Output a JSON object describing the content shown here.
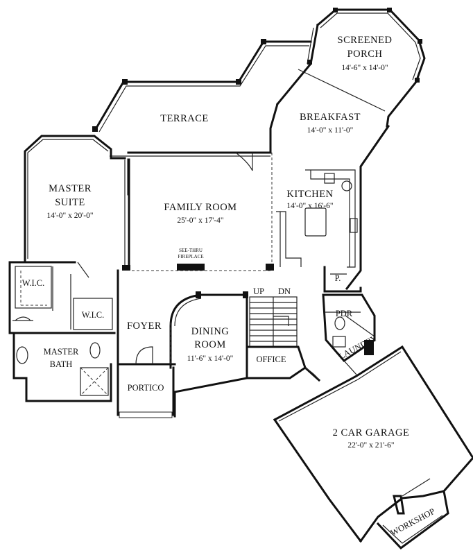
{
  "rooms": {
    "screened_porch": {
      "name_line1": "SCREENED",
      "name_line2": "PORCH",
      "size": "14'-6\" x 14'-0\""
    },
    "terrace": {
      "name": "TERRACE"
    },
    "breakfast": {
      "name": "BREAKFAST",
      "size": "14'-0\" x 11'-0\""
    },
    "master_suite": {
      "name_line1": "MASTER",
      "name_line2": "SUITE",
      "size": "14'-0\" x 20'-0\""
    },
    "family_room": {
      "name": "FAMILY ROOM",
      "size": "25'-0\" x 17'-4\""
    },
    "kitchen": {
      "name": "KITCHEN",
      "size": "14'-0\" x 16'-6\""
    },
    "fireplace": {
      "line1": "SEE-THRU",
      "line2": "FIREPLACE"
    },
    "wic1": {
      "name": "W.I.C."
    },
    "wic2": {
      "name": "W.I.C."
    },
    "foyer": {
      "name": "FOYER"
    },
    "dining_room": {
      "name_line1": "DINING",
      "name_line2": "ROOM",
      "size": "11'-6\" x 14'-0\""
    },
    "master_bath": {
      "name_line1": "MASTER",
      "name_line2": "BATH"
    },
    "portico": {
      "name": "PORTICO"
    },
    "office": {
      "name": "OFFICE"
    },
    "pantry": {
      "name": "P."
    },
    "pdr": {
      "name": "PDR"
    },
    "laundry": {
      "name": "LAUNDRY"
    },
    "garage": {
      "name": "2 CAR GARAGE",
      "size": "22'-0\" x 21'-6\""
    },
    "workshop": {
      "name": "WORKSHOP"
    }
  },
  "stairs": {
    "up_label": "UP",
    "down_label": "DN"
  }
}
